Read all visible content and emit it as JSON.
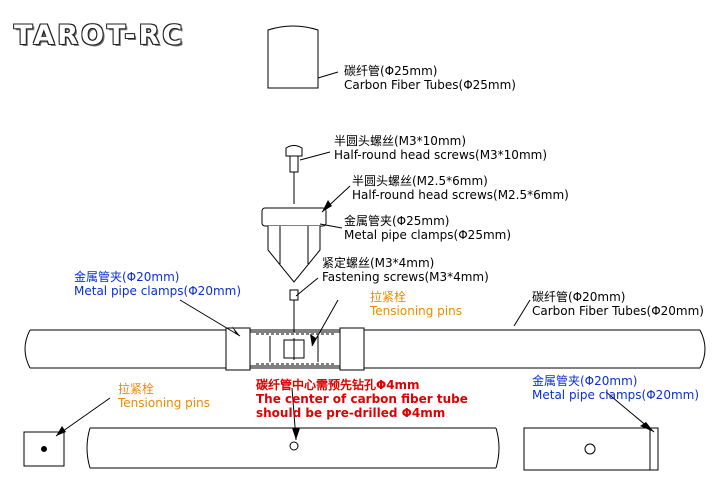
{
  "brand": {
    "logo_text": "TAROT-RC"
  },
  "labels": {
    "cf_tube_25": {
      "cn": "碳纤管(Φ25mm)",
      "en": "Carbon Fiber Tubes(Φ25mm)"
    },
    "screw_m3x10": {
      "cn": "半圆头螺丝(M3*10mm)",
      "en": "Half-round head screws(M3*10mm)"
    },
    "screw_m25x6": {
      "cn": "半圆头螺丝(M2.5*6mm)",
      "en": "Half-round head screws(M2.5*6mm)"
    },
    "clamp_25": {
      "cn": "金属管夹(Φ25mm)",
      "en": "Metal pipe clamps(Φ25mm)"
    },
    "fasten_m3x4": {
      "cn": "紧定螺丝(M3*4mm)",
      "en": "Fastening screws(M3*4mm)"
    },
    "clamp_20_left": {
      "cn": "金属管夹(Φ20mm)",
      "en": "Metal pipe clamps(Φ20mm)"
    },
    "tension_pin_top": {
      "cn": "拉紧栓",
      "en": "Tensioning pins"
    },
    "cf_tube_20": {
      "cn": "碳纤管(Φ20mm)",
      "en": "Carbon Fiber Tubes(Φ20mm)"
    },
    "drill_note": {
      "cn": "碳纤管中心需预先钻孔Φ4mm",
      "en1": "The center of carbon fiber tube",
      "en2": "should be pre-drilled Φ4mm"
    },
    "tension_pin_bottom": {
      "cn": "拉紧栓",
      "en": "Tensioning pins"
    },
    "clamp_20_right": {
      "cn": "金属管夹(Φ20mm)",
      "en": "Metal pipe clamps(Φ20mm)"
    }
  },
  "colors": {
    "blue": "#0a2fd6",
    "orange": "#ef8a00",
    "red": "#e10000",
    "line": "#000000"
  }
}
